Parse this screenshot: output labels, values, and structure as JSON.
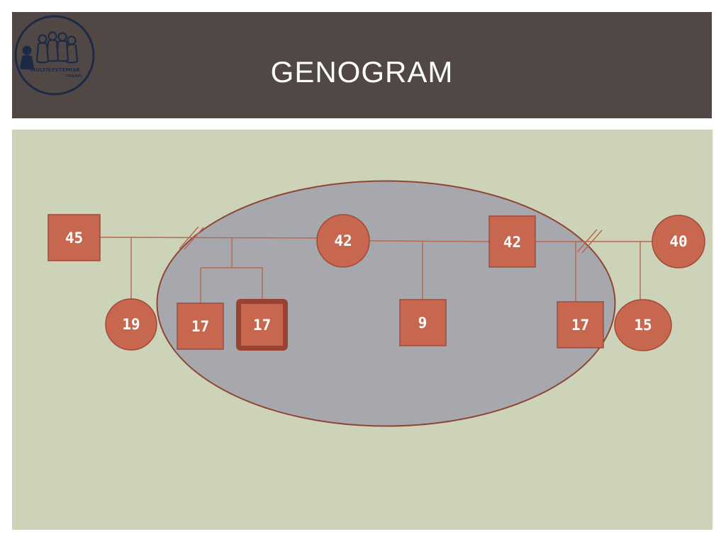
{
  "slide": {
    "title": "GENOGRAM",
    "logo": {
      "line1": "MULTISYSTEMISK",
      "line2": "TERAPI"
    }
  },
  "colors": {
    "header_bg": "#514846",
    "title_text": "#ffffff",
    "content_bg": "#cdd3b8",
    "household_fill": "#a7a8ad",
    "household_stroke": "#8f4536",
    "member_fill": "#c8674f",
    "member_stroke": "#a04a38",
    "index_border": "#9a4232",
    "line": "#bb6550",
    "logo": "#1d2a46"
  },
  "genogram": {
    "parents": [
      {
        "label": "45"
      },
      {
        "label": "42"
      },
      {
        "label": "42"
      },
      {
        "label": "40"
      }
    ],
    "children": [
      {
        "label": "19"
      },
      {
        "label": "17"
      },
      {
        "label": "17"
      },
      {
        "label": "9"
      },
      {
        "label": "17"
      },
      {
        "label": "15"
      }
    ]
  }
}
